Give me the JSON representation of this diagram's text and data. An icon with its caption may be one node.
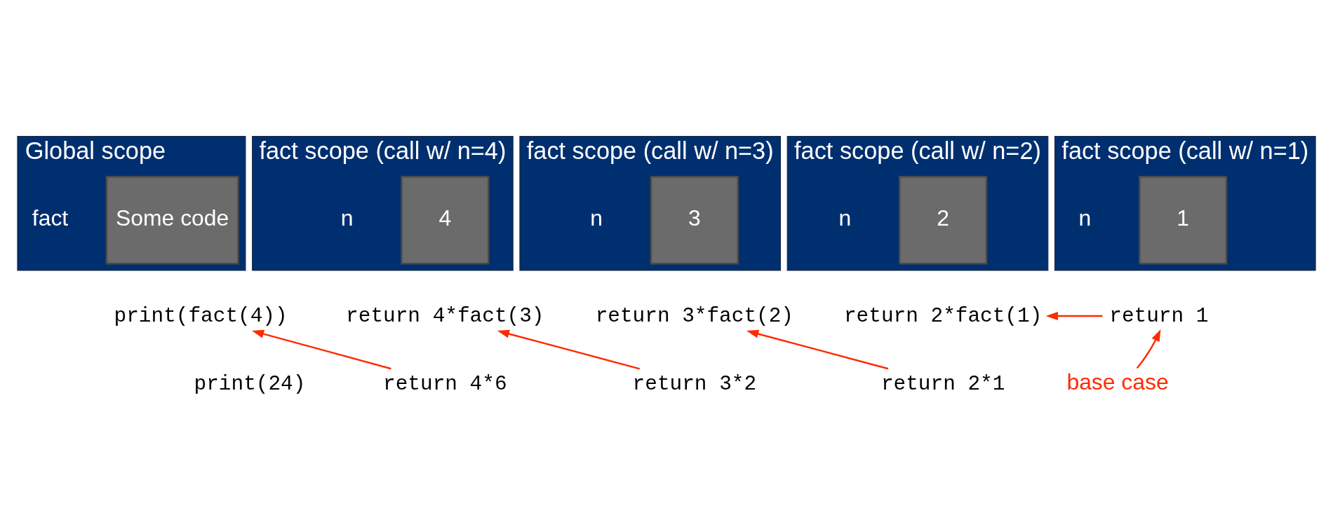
{
  "diagram": {
    "nodes": [
      {
        "text": [
          "Global scope",
          "fact"
        ]
      },
      {
        "text": [
          "Some code"
        ],
        "in": 0
      },
      {
        "text": [
          "fact scope (call w/ n=4)",
          "n"
        ]
      },
      {
        "text": [
          "4"
        ],
        "in": 2
      },
      {
        "text": [
          "fact scope (call w/ n=3)",
          "n"
        ]
      },
      {
        "text": [
          "3"
        ],
        "in": 4
      },
      {
        "text": [
          "fact scope (call w/ n=2)",
          "n"
        ]
      },
      {
        "text": [
          "2"
        ],
        "in": 6
      },
      {
        "text": [
          "fact scope (call w/ n=1)",
          "n"
        ]
      },
      {
        "text": [
          "1"
        ],
        "in": 8
      },
      {
        "text": [
          "print(fact(4))"
        ]
      },
      {
        "text": [
          "return 4*fact(3)"
        ]
      },
      {
        "text": [
          "return 3*fact(2)"
        ]
      },
      {
        "text": [
          "return 2*fact(1)"
        ]
      },
      {
        "text": [
          "return 1"
        ]
      },
      {
        "text": [
          "return 4*6"
        ]
      },
      {
        "text": [
          "return 3*2"
        ]
      },
      {
        "text": [
          "return 2*1"
        ]
      },
      {
        "text": [
          "base case"
        ]
      }
    ],
    "edges": [
      {
        "from": 15,
        "to": 10,
        "arrow": "to"
      },
      {
        "from": 16,
        "to": 11,
        "arrow": "to"
      },
      {
        "from": 17,
        "to": 12,
        "arrow": "to"
      },
      {
        "from": 14,
        "to": 13,
        "arrow": "to"
      },
      {
        "from": 18,
        "to": 14,
        "arrow": "to"
      }
    ],
    "labels": [
      "print(24)"
    ]
  }
}
